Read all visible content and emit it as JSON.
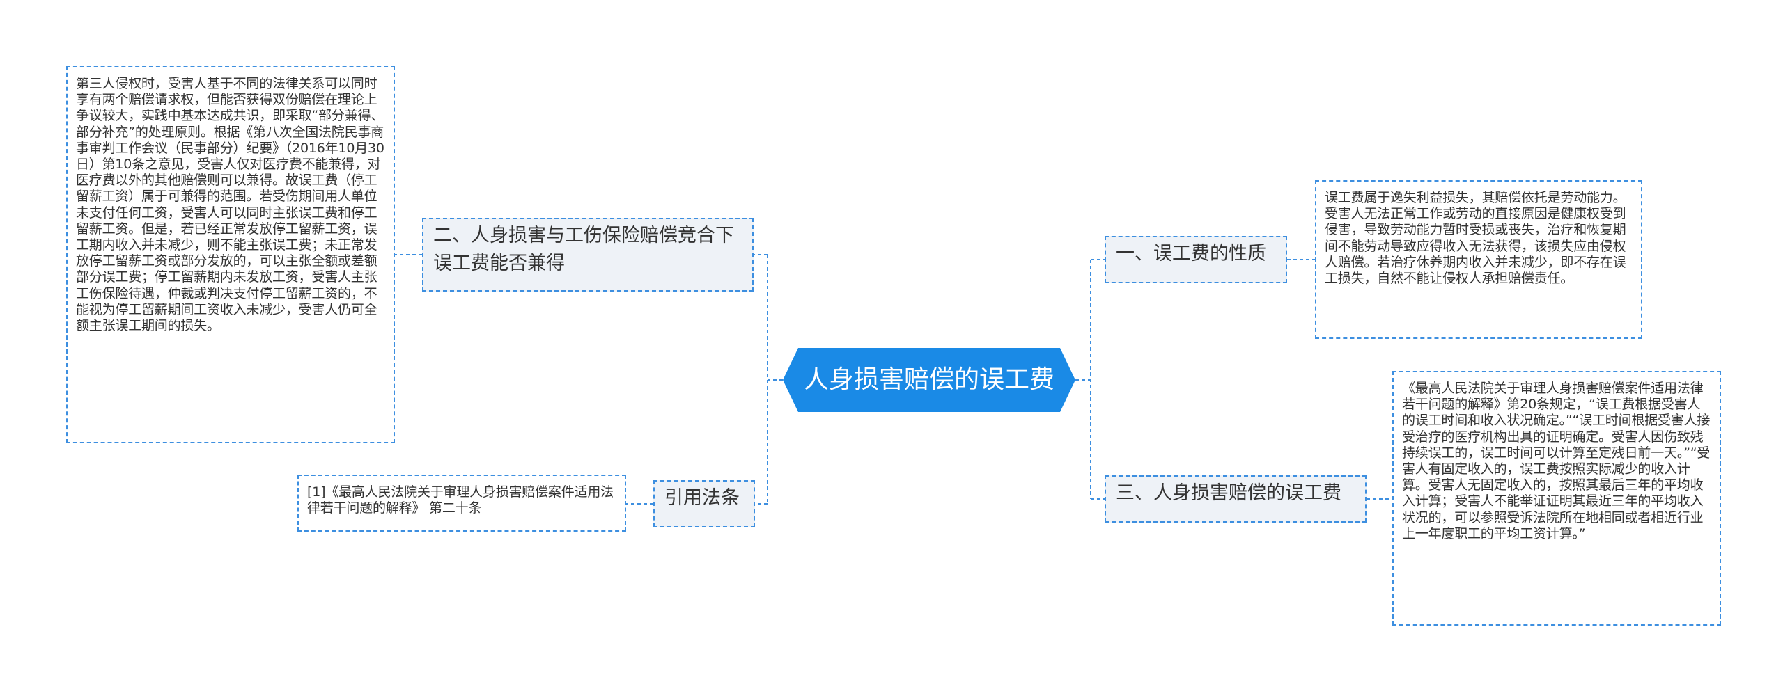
{
  "root": {
    "title": "人身损害赔偿的误工费"
  },
  "branches": {
    "b1": {
      "label": "一、误工费的性质",
      "note": "误工费属于逸失利益损失，其赔偿依托是劳动能力。受害人无法正常工作或劳动的直接原因是健康权受到侵害，导致劳动能力暂时受损或丧失，治疗和恢复期间不能劳动导致应得收入无法获得，该损失应由侵权人赔偿。若治疗休养期内收入并未减少，即不存在误工损失，自然不能让侵权人承担赔偿责任。"
    },
    "b2": {
      "label": "三、人身损害赔偿的误工费",
      "note": "《最高人民法院关于审理人身损害赔偿案件适用法律若干问题的解释》第20条规定，“误工费根据受害人的误工时间和收入状况确定。”“误工时间根据受害人接受治疗的医疗机构出具的证明确定。受害人因伤致残持续误工的，误工时间可以计算至定残日前一天。”“受害人有固定收入的，误工费按照实际减少的收入计算。受害人无固定收入的，按照其最后三年的平均收入计算；受害人不能举证证明其最近三年的平均收入状况的，可以参照受诉法院所在地相同或者相近行业上一年度职工的平均工资计算。”"
    },
    "b3": {
      "label": "二、人身损害与工伤保险赔偿竞合下误工费能否兼得",
      "note": "第三人侵权时，受害人基于不同的法律关系可以同时享有两个赔偿请求权，但能否获得双份赔偿在理论上争议较大，实践中基本达成共识，即采取“部分兼得、部分补充”的处理原则。根据《第八次全国法院民事商事审判工作会议（民事部分）纪要》（2016年10月30日）第10条之意见，受害人仅对医疗费不能兼得，对医疗费以外的其他赔偿则可以兼得。故误工费（停工留薪工资）属于可兼得的范围。若受伤期间用人单位未支付任何工资，受害人可以同时主张误工费和停工留薪工资。但是，若已经正常发放停工留薪工资，误工期内收入并未减少，则不能主张误工费；未正常发放停工留薪工资或部分发放的，可以主张全额或差额部分误工费；停工留薪期内未发放工资，受害人主张工伤保险待遇，仲裁或判决支付停工留薪工资的，不能视为停工留薪期间工资收入未减少，受害人仍可全额主张误工期间的损失。"
    },
    "b4": {
      "label": "引用法条",
      "note": "[1]《最高人民法院关于审理人身损害赔偿案件适用法律若干问题的解释》 第二十条"
    }
  },
  "colors": {
    "root": "#1a8ae6",
    "line": "#3d8fe0",
    "branch_fill": "#eef2f7"
  }
}
